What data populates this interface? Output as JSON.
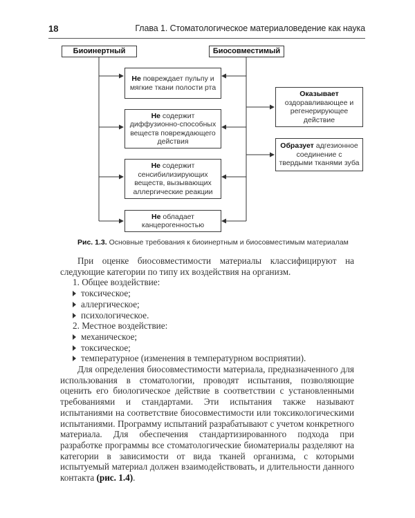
{
  "header": {
    "page_number": "18",
    "running_head": "Глава 1. Стоматологическое материаловедение как наука"
  },
  "figure": {
    "left_head": "Биоинертный",
    "right_head": "Биосовместимый",
    "center_boxes": [
      {
        "bold": "Не",
        "text": " повреждает пульпу и мягкие ткани полости рта"
      },
      {
        "bold": "Не",
        "text": " содержит диффузионно-способных веществ повреждающего действия"
      },
      {
        "bold": "Не",
        "text": " содержит сенсибилизирующих веществ, вызывающих аллергические реакции"
      },
      {
        "bold": "Не",
        "text": " обладает канцерогенностью"
      }
    ],
    "right_boxes": [
      {
        "bold": "Оказывает",
        "text": " оздоравливающее и регенерирующее действие"
      },
      {
        "bold": "Образует",
        "text": " адгезионное соединение с твердыми тканями зуба"
      }
    ],
    "caption_label": "Рис. 1.3.",
    "caption_text": " Основные требования к биоинертным и биосовместимым материалам"
  },
  "body": {
    "intro": "При оценке биосовместимости материалы классифицируют на следующие категории по типу их воздействия на организм.",
    "general_heading": "1. Общее воздействие:",
    "general_items": [
      "токсическое;",
      "аллергическое;",
      "психологическое."
    ],
    "local_heading": "2. Местное воздействие:",
    "local_items": [
      "механическое;",
      "токсическое;",
      "температурное (изменения в температурном восприятии)."
    ],
    "para2": "Для определения биосовместимости материала, предназначенного для использования в стоматологии, проводят испытания, позволяющие оценить его биологическое действие в соответствии с установленными требованиями и стандартами. Эти испытания также называют испытаниями на соответствие биосовместимости или токсикологическими испытаниями. Программу испытаний разрабатывают с учетом конкретного материала. Для обеспечения стандартизированного подхода при разработке программы все стоматологические биоматериалы разделяют на категории в зависимости от вида тканей организма, с которыми испытуемый материал должен взаимодействовать, и длительности данного контакта ",
    "para2_ref": "(рис. 1.4)",
    "para2_end": "."
  }
}
